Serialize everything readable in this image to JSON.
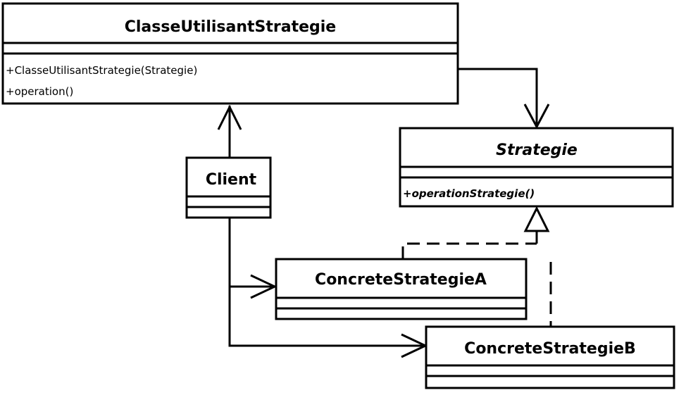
{
  "classes": {
    "context": {
      "name": "ClasseUtilisantStrategie",
      "methods": [
        "+ClasseUtilisantStrategie(Strategie)",
        "+operation()"
      ]
    },
    "strategy": {
      "name": "Strategie",
      "methods": [
        "+operationStrategie()"
      ],
      "abstract": true
    },
    "client": {
      "name": "Client"
    },
    "concrete_a": {
      "name": "ConcreteStrategieA"
    },
    "concrete_b": {
      "name": "ConcreteStrategieB"
    }
  },
  "relations": [
    {
      "from": "ClasseUtilisantStrategie",
      "to": "Strategie",
      "kind": "association"
    },
    {
      "from": "Client",
      "to": "ClasseUtilisantStrategie",
      "kind": "association"
    },
    {
      "from": "Client",
      "to": "ConcreteStrategieA",
      "kind": "association"
    },
    {
      "from": "Client",
      "to": "ConcreteStrategieB",
      "kind": "association"
    },
    {
      "from": "ConcreteStrategieA",
      "to": "Strategie",
      "kind": "realization"
    },
    {
      "from": "ConcreteStrategieB",
      "to": "Strategie",
      "kind": "realization"
    }
  ]
}
